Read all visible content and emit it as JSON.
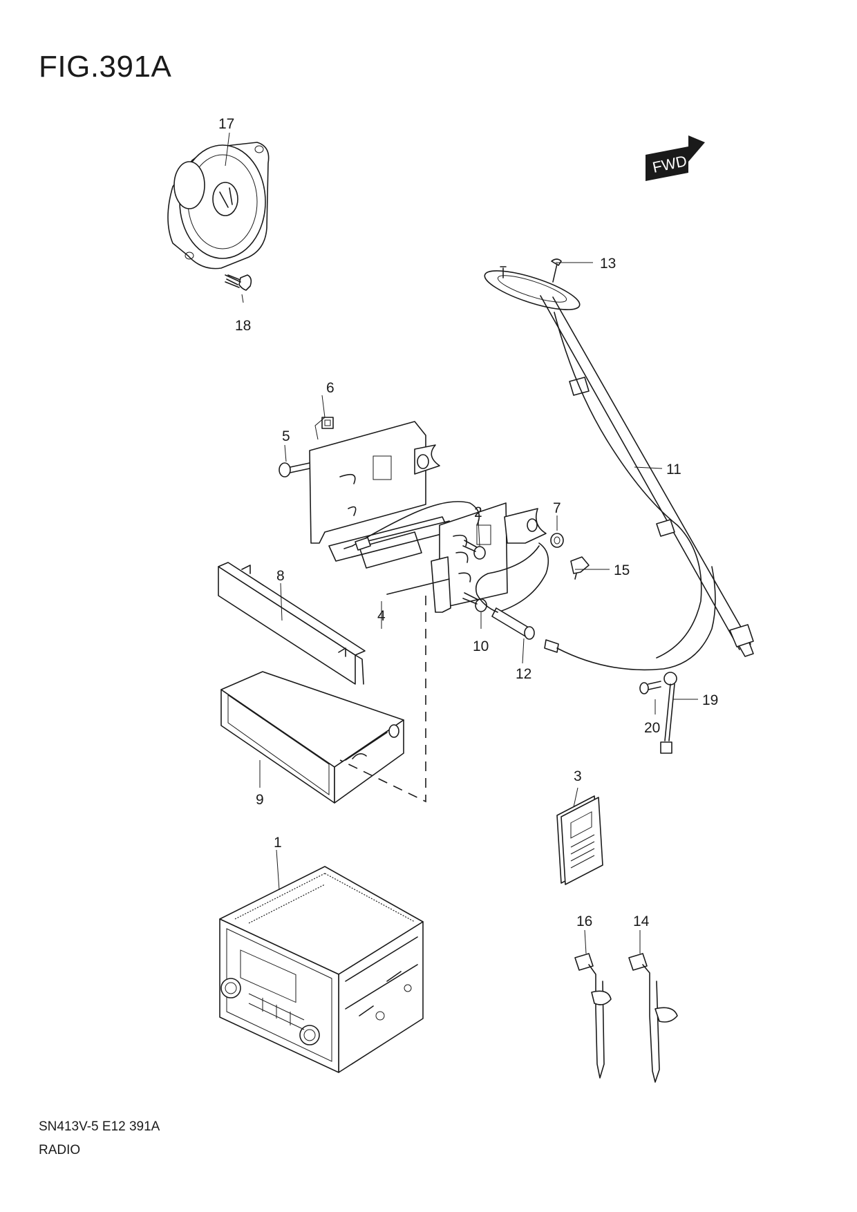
{
  "figure": {
    "title": "FIG.391A",
    "code": "SN413V-5 E12 391A",
    "name": "RADIO",
    "direction_label": "FWD"
  },
  "callouts": [
    {
      "id": "c1",
      "label": "1"
    },
    {
      "id": "c2",
      "label": "2"
    },
    {
      "id": "c3",
      "label": "3"
    },
    {
      "id": "c4",
      "label": "4"
    },
    {
      "id": "c5",
      "label": "5"
    },
    {
      "id": "c6",
      "label": "6"
    },
    {
      "id": "c7",
      "label": "7"
    },
    {
      "id": "c8",
      "label": "8"
    },
    {
      "id": "c9",
      "label": "9"
    },
    {
      "id": "c10",
      "label": "10"
    },
    {
      "id": "c11",
      "label": "11"
    },
    {
      "id": "c12",
      "label": "12"
    },
    {
      "id": "c13",
      "label": "13"
    },
    {
      "id": "c14",
      "label": "14"
    },
    {
      "id": "c15",
      "label": "15"
    },
    {
      "id": "c16",
      "label": "16"
    },
    {
      "id": "c17",
      "label": "17"
    },
    {
      "id": "c18",
      "label": "18"
    },
    {
      "id": "c19",
      "label": "19"
    },
    {
      "id": "c20",
      "label": "20"
    }
  ]
}
